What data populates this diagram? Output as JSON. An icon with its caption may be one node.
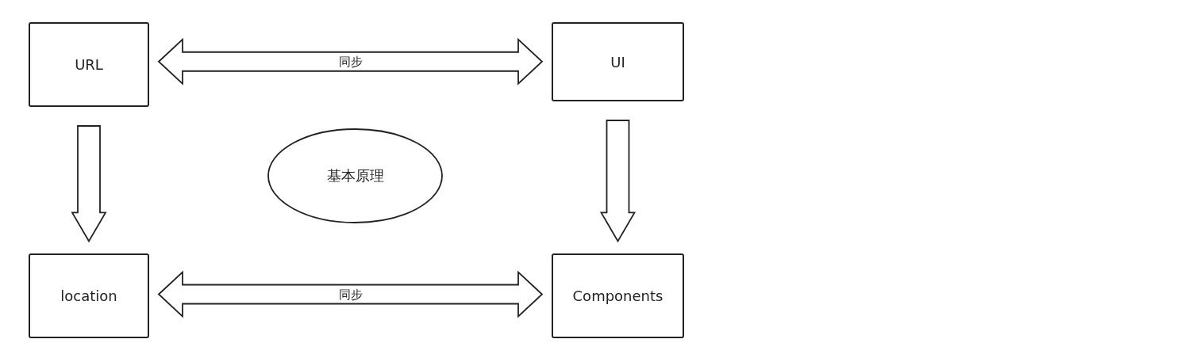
{
  "diagram": {
    "nodes": [
      {
        "text": [
          "URL"
        ]
      },
      {
        "text": [
          "UI"
        ]
      },
      {
        "text": [
          "基本原理"
        ]
      },
      {
        "text": [
          "location"
        ]
      },
      {
        "text": [
          "Components"
        ]
      }
    ],
    "edges": [
      {
        "from": 0,
        "to": 1,
        "arrow": "both",
        "label": "同步"
      },
      {
        "from": 0,
        "to": 3,
        "arrow": "to"
      },
      {
        "from": 1,
        "to": 4,
        "arrow": "to"
      },
      {
        "from": 3,
        "to": 4,
        "arrow": "both",
        "label": "同步"
      }
    ]
  }
}
